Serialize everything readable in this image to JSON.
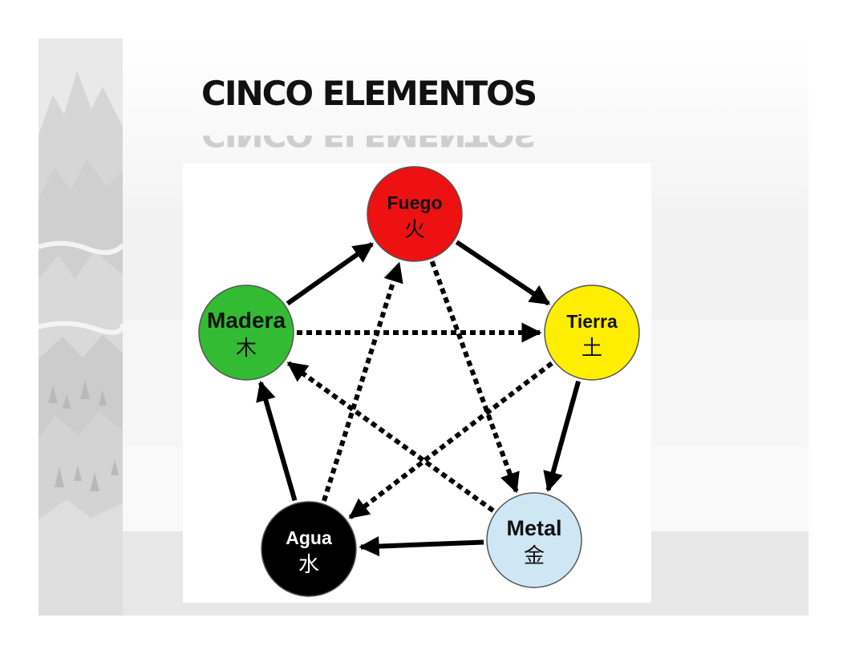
{
  "title": "CINCO ELEMENTOS",
  "elements": [
    {
      "key": "fuego",
      "name": "Fuego",
      "glyph": "火",
      "fill": "#ee1111",
      "text_color": "#111111"
    },
    {
      "key": "tierra",
      "name": "Tierra",
      "glyph": "土",
      "fill": "#ffee00",
      "text_color": "#111111"
    },
    {
      "key": "metal",
      "name": "Metal",
      "glyph": "金",
      "fill": "#cfe7f5",
      "text_color": "#111111"
    },
    {
      "key": "agua",
      "name": "Agua",
      "glyph": "水",
      "fill": "#000000",
      "text_color": "#ffffff"
    },
    {
      "key": "madera",
      "name": "Madera",
      "glyph": "木",
      "fill": "#33bb33",
      "text_color": "#111111"
    }
  ],
  "generating_cycle": [
    {
      "from": "madera",
      "to": "fuego"
    },
    {
      "from": "fuego",
      "to": "tierra"
    },
    {
      "from": "tierra",
      "to": "metal"
    },
    {
      "from": "metal",
      "to": "agua"
    },
    {
      "from": "agua",
      "to": "madera"
    }
  ],
  "controlling_cycle": [
    {
      "from": "madera",
      "to": "tierra"
    },
    {
      "from": "tierra",
      "to": "agua"
    },
    {
      "from": "agua",
      "to": "fuego"
    },
    {
      "from": "fuego",
      "to": "metal"
    },
    {
      "from": "metal",
      "to": "madera"
    }
  ],
  "colors": {
    "arrow": "#000000",
    "title": "#111111"
  }
}
